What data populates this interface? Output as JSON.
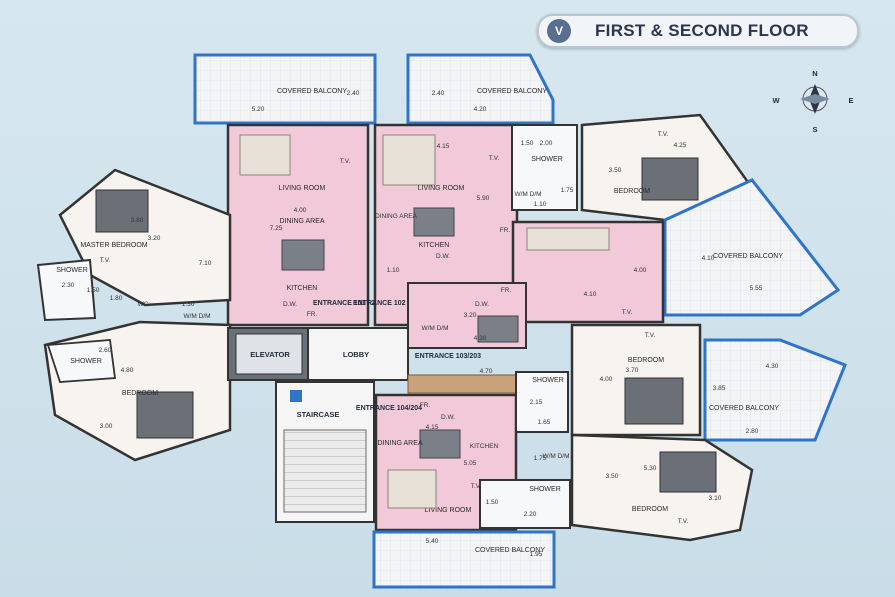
{
  "title": {
    "badge": "V",
    "text": "FIRST & SECOND FLOOR"
  },
  "compass": {
    "n": "N",
    "e": "E",
    "s": "S",
    "w": "W"
  },
  "labels": {
    "covered_balcony": "COVERED BALCONY",
    "living_room": "LIVING ROOM",
    "dining_area": "DINING AREA",
    "kitchen": "KITCHEN",
    "bedroom": "BEDROOM",
    "master_bedroom": "MASTER BEDROOM",
    "shower": "SHOWER",
    "tv": "T.V.",
    "dw": "D.W.",
    "fr": "FR.",
    "wc": "WC",
    "wm_dm": "W/M D/M",
    "elevator": "ELEVATOR",
    "lobby": "LOBBY",
    "staircase": "STAIRCASE",
    "entrance_101_201": "ENTRANCE 101 / 201",
    "entrance_102_202": "ENTRANCE 102 / 202",
    "entrance_103_203": "ENTRANCE 103/203",
    "entrance_104_204": "ENTRANCE 104/204",
    "dining_area_v": "DINING AREA"
  },
  "dims": {
    "d520": "5.20",
    "d240": "2.40",
    "d420": "4.20",
    "d415": "4.15",
    "d400": "4.00",
    "d725": "7.25",
    "d590": "5.90",
    "d200": "2.00",
    "d150": "1.50",
    "d110": "1.10",
    "d175": "1.75",
    "d425": "4.25",
    "d350": "3.50",
    "d380": "3.80",
    "d320": "3.20",
    "d710": "7.10",
    "d230": "2.30",
    "d180": "1.80",
    "d130": "1.30",
    "d410": "4.10",
    "d555": "5.55",
    "d260": "2.60",
    "d480": "4.80",
    "d300": "3.00",
    "d430": "4.30",
    "d470": "4.70",
    "d370": "3.70",
    "d385": "3.85",
    "d280": "2.80",
    "d165": "1.65",
    "d215": "2.15",
    "d505": "5.05",
    "d530": "5.30",
    "d310": "3.10",
    "d220": "2.20",
    "d540": "5.40",
    "d195": "1.95"
  }
}
